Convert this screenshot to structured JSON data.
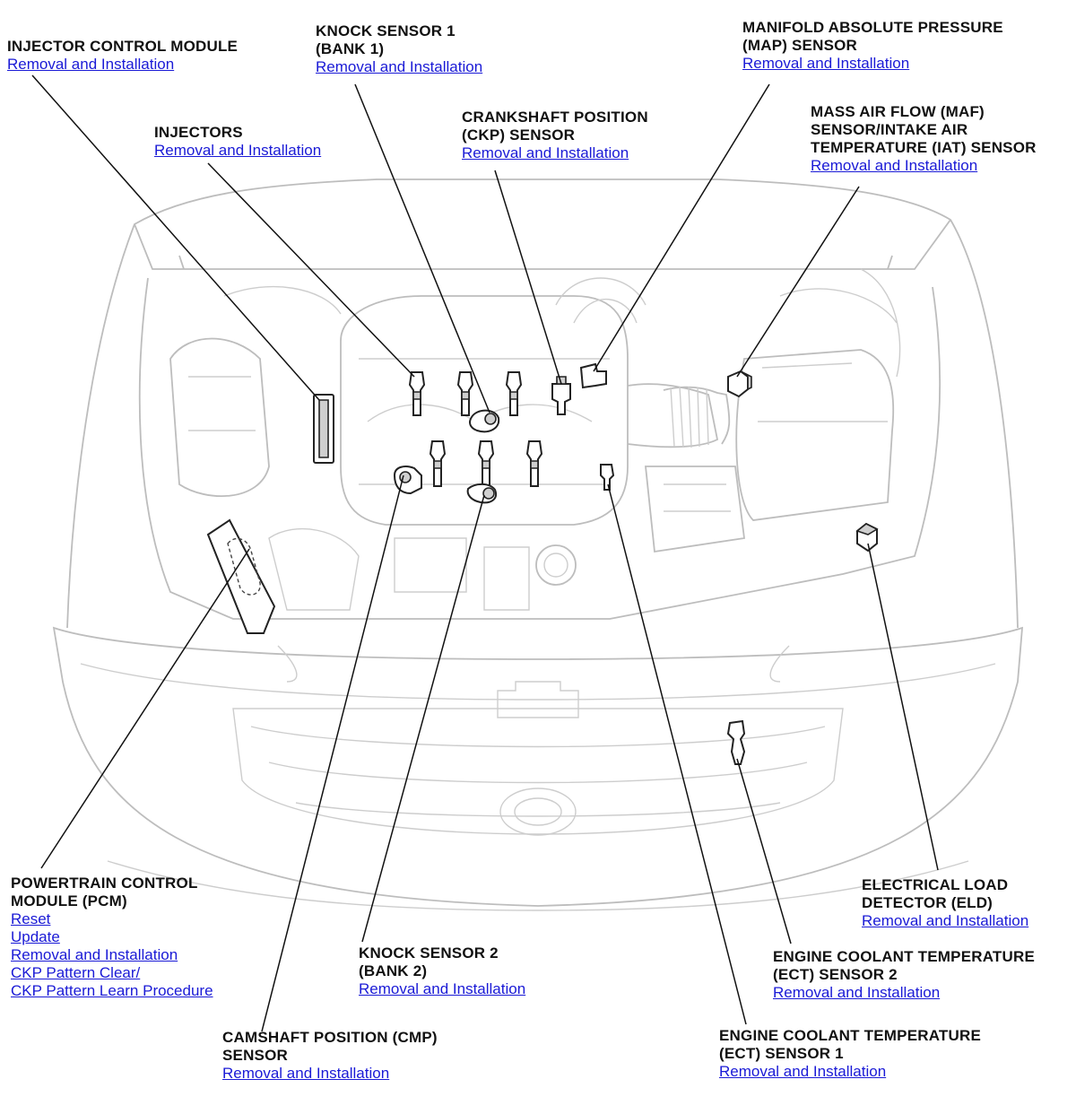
{
  "callouts": {
    "injector_control_module": {
      "title": "INJECTOR CONTROL MODULE",
      "links": [
        "Removal and Installation"
      ]
    },
    "knock_sensor_1": {
      "title": "KNOCK SENSOR 1\n(BANK 1)",
      "links": [
        "Removal and Installation"
      ]
    },
    "map_sensor": {
      "title": "MANIFOLD ABSOLUTE PRESSURE\n(MAP) SENSOR",
      "links": [
        "Removal and Installation"
      ]
    },
    "injectors": {
      "title": "INJECTORS",
      "links": [
        "Removal and Installation"
      ]
    },
    "ckp_sensor": {
      "title": "CRANKSHAFT POSITION\n(CKP) SENSOR",
      "links": [
        "Removal and Installation"
      ]
    },
    "maf_iat_sensor": {
      "title": "MASS AIR FLOW (MAF)\nSENSOR/INTAKE AIR\nTEMPERATURE (IAT) SENSOR",
      "links": [
        "Removal and Installation"
      ]
    },
    "pcm": {
      "title": "POWERTRAIN CONTROL\nMODULE (PCM)",
      "links": [
        "Reset",
        "Update",
        "Removal and Installation",
        "CKP Pattern Clear/",
        "CKP Pattern Learn Procedure"
      ]
    },
    "knock_sensor_2": {
      "title": "KNOCK SENSOR 2\n(BANK 2)",
      "links": [
        "Removal and Installation"
      ]
    },
    "cmp_sensor": {
      "title": "CAMSHAFT POSITION (CMP)\nSENSOR",
      "links": [
        "Removal and Installation"
      ]
    },
    "eld": {
      "title": "ELECTRICAL LOAD\nDETECTOR (ELD)",
      "links": [
        "Removal and Installation"
      ]
    },
    "ect_sensor_2": {
      "title": "ENGINE COOLANT TEMPERATURE\n(ECT) SENSOR 2",
      "links": [
        "Removal and Installation"
      ]
    },
    "ect_sensor_1": {
      "title": "ENGINE COOLANT TEMPERATURE\n(ECT) SENSOR 1",
      "links": [
        "Removal and Installation"
      ]
    }
  }
}
